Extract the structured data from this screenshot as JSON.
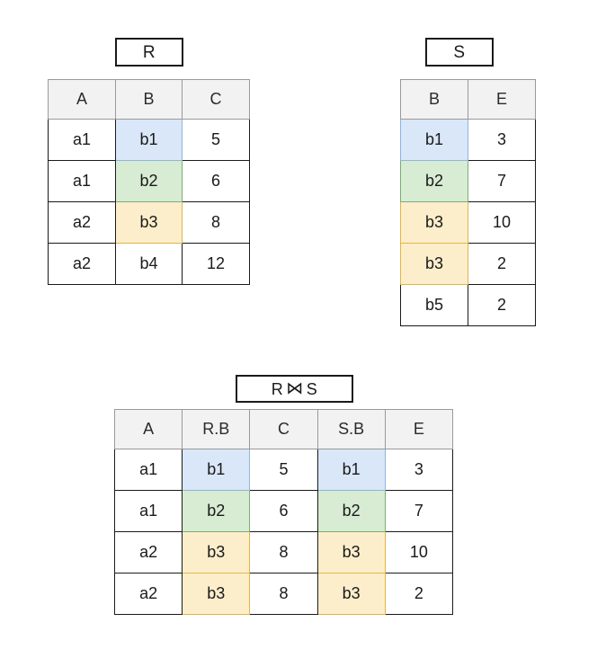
{
  "diagram": {
    "title_R": "R",
    "title_S": "S",
    "join_left": "R",
    "join_symbol": "⋈",
    "join_right": "S",
    "join_title_full": "R ⋈ S"
  },
  "colors": {
    "highlight_blue": "#d9e7f8",
    "highlight_blue_border": "#8fb4e0",
    "highlight_green": "#d7ecd3",
    "highlight_green_border": "#7aae78",
    "highlight_amber": "#fdeecb",
    "highlight_amber_border": "#e2b545",
    "header_background": "#f2f2f2",
    "header_border": "#9a9a9a",
    "cell_border": "#1a1a1a",
    "page_background": "#ffffff",
    "text": "#1a1a1a"
  },
  "tables": {
    "R": {
      "name": "R",
      "headers": [
        "A",
        "B",
        "C"
      ],
      "rows": [
        {
          "cells": [
            "a1",
            "b1",
            "5"
          ],
          "highlight": [
            null,
            "blue",
            null
          ]
        },
        {
          "cells": [
            "a1",
            "b2",
            "6"
          ],
          "highlight": [
            null,
            "green",
            null
          ]
        },
        {
          "cells": [
            "a2",
            "b3",
            "8"
          ],
          "highlight": [
            null,
            "amber",
            null
          ]
        },
        {
          "cells": [
            "a2",
            "b4",
            "12"
          ],
          "highlight": [
            null,
            null,
            null
          ]
        }
      ]
    },
    "S": {
      "name": "S",
      "headers": [
        "B",
        "E"
      ],
      "rows": [
        {
          "cells": [
            "b1",
            "3"
          ],
          "highlight": [
            "blue",
            null
          ]
        },
        {
          "cells": [
            "b2",
            "7"
          ],
          "highlight": [
            "green",
            null
          ]
        },
        {
          "cells": [
            "b3",
            "10"
          ],
          "highlight": [
            "amber",
            null
          ]
        },
        {
          "cells": [
            "b3",
            "2"
          ],
          "highlight": [
            "amber",
            null
          ]
        },
        {
          "cells": [
            "b5",
            "2"
          ],
          "highlight": [
            null,
            null
          ]
        }
      ]
    },
    "join": {
      "name": "R ⋈ S",
      "headers": [
        "A",
        "R.B",
        "C",
        "S.B",
        "E"
      ],
      "rows": [
        {
          "cells": [
            "a1",
            "b1",
            "5",
            "b1",
            "3"
          ],
          "highlight": [
            null,
            "blue",
            null,
            "blue",
            null
          ]
        },
        {
          "cells": [
            "a1",
            "b2",
            "6",
            "b2",
            "7"
          ],
          "highlight": [
            null,
            "green",
            null,
            "green",
            null
          ]
        },
        {
          "cells": [
            "a2",
            "b3",
            "8",
            "b3",
            "10"
          ],
          "highlight": [
            null,
            "amber",
            null,
            "amber",
            null
          ]
        },
        {
          "cells": [
            "a2",
            "b3",
            "8",
            "b3",
            "2"
          ],
          "highlight": [
            null,
            "amber",
            null,
            "amber",
            null
          ]
        }
      ]
    }
  }
}
